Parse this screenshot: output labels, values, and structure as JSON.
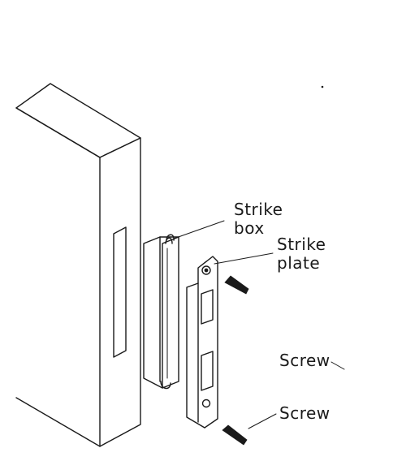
{
  "labels": {
    "strike_box_line1": "Strike",
    "strike_box_line2": "box",
    "strike_plate_line1": "Strike",
    "strike_plate_line2": "plate",
    "screw_upper": "Screw",
    "screw_lower": "Screw"
  },
  "colors": {
    "ink": "#1a1a1a",
    "background": "#ffffff"
  }
}
